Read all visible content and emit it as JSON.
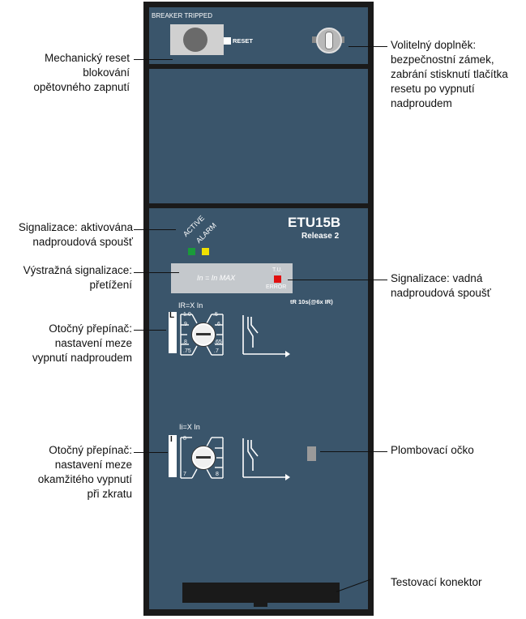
{
  "device": {
    "breaker_tripped_label": "BREAKER TRIPPED",
    "reset_label": "RESET",
    "model": "ETU15B",
    "release": "Release 2",
    "led_active_label": "ACTIVE",
    "led_alarm_label": "ALARM",
    "display_formula": "In = In MAX",
    "display_tu_label": "T.U.",
    "display_error_label": "ERROR",
    "tr_text": "tR  10s(@6x IR)",
    "l_switch_letter": "L",
    "l_switch_formula": "IR=X In",
    "l_switch_values": [
      "1.0",
      ".5",
      ".9",
      ".6",
      ".8",
      ".65",
      ".75",
      ".7"
    ],
    "i_switch_letter": "I",
    "i_switch_formula": "Ii=X In",
    "i_switch_values": [
      "8",
      "7",
      "8"
    ]
  },
  "callouts": {
    "mechanical_reset": "Mechanický reset blokování opětovného zapnutí",
    "lock_option": "Volitelný doplněk: bezpečnostní zámek, zabrání stisknutí tlačítka resetu po vypnutí nadproudem",
    "active_signal": "Signalizace: aktivována nadproudová spoušť",
    "alarm_signal": "Výstražná signalizace: přetížení",
    "error_signal": "Signalizace: vadná nadproudová spoušť",
    "l_switch": "Otočný přepínač: nastavení meze vypnutí nadproudem",
    "i_switch": "Otočný přepínač: nastavení meze okamžitého vypnutí při zkratu",
    "seal": "Plombovací očko",
    "test_connector": "Testovací konektor"
  },
  "colors": {
    "panel": "#3a556b",
    "frame": "#1a1a1a",
    "led_active": "#1a9a3a",
    "led_alarm": "#f0e000",
    "led_error": "#e01010"
  }
}
